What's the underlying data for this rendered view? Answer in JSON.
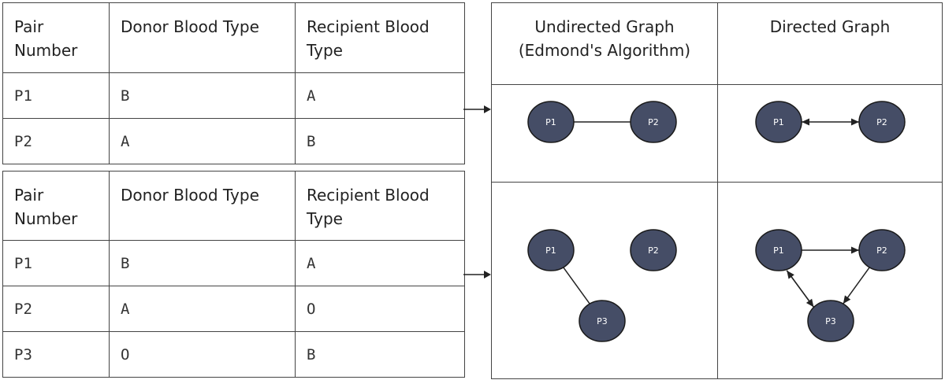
{
  "table_top": {
    "headers": [
      "Pair\nNumber",
      "Donor Blood Type",
      "Recipient Blood\nType"
    ],
    "rows": [
      {
        "pair": "P1",
        "donor": "B",
        "recipient": "A"
      },
      {
        "pair": "P2",
        "donor": "A",
        "recipient": "B"
      }
    ]
  },
  "table_bottom": {
    "headers": [
      "Pair\nNumber",
      "Donor Blood Type",
      "Recipient Blood\nType"
    ],
    "rows": [
      {
        "pair": "P1",
        "donor": "B",
        "recipient": "A"
      },
      {
        "pair": "P2",
        "donor": "A",
        "recipient": "O"
      },
      {
        "pair": "P3",
        "donor": "O",
        "recipient": "B"
      }
    ]
  },
  "graph_headers": {
    "undirected": "Undirected Graph\n(Edmond's Algorithm)",
    "directed": "Directed Graph"
  },
  "colors": {
    "node_fill": "#454d66",
    "node_stroke": "#1a1a1a",
    "edge": "#222222",
    "node_label": "#ffffff"
  },
  "graphs": {
    "top_undirected": {
      "nodes": [
        "P1",
        "P2"
      ],
      "edges": [
        {
          "from": "P1",
          "to": "P2",
          "directed": false
        }
      ]
    },
    "top_directed": {
      "nodes": [
        "P1",
        "P2"
      ],
      "edges": [
        {
          "from": "P1",
          "to": "P2",
          "arrow_start": true,
          "arrow_end": true
        }
      ]
    },
    "bottom_undirected": {
      "nodes": [
        "P1",
        "P2",
        "P3"
      ],
      "edges": [
        {
          "from": "P1",
          "to": "P3",
          "directed": false
        }
      ]
    },
    "bottom_directed": {
      "nodes": [
        "P1",
        "P2",
        "P3"
      ],
      "edges": [
        {
          "from": "P1",
          "to": "P2",
          "arrow_end": true
        },
        {
          "from": "P2",
          "to": "P3",
          "arrow_end": true
        },
        {
          "from": "P1",
          "to": "P3",
          "arrow_end": true
        },
        {
          "from": "P3",
          "to": "P1",
          "arrow_end": true
        }
      ]
    }
  }
}
